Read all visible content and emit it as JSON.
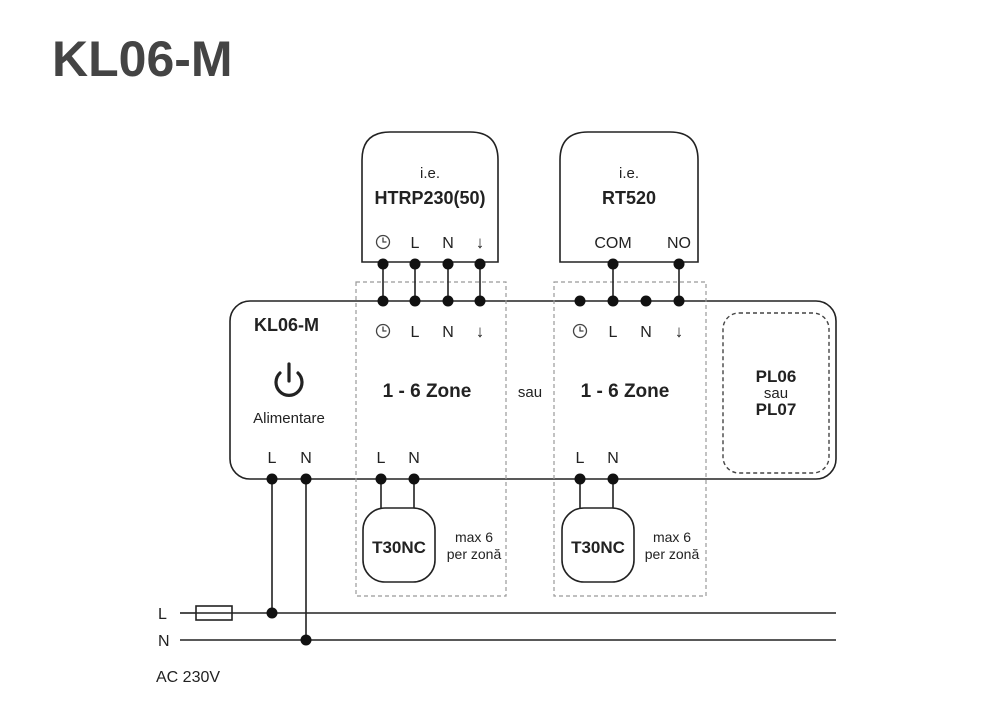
{
  "title": "KL06-M",
  "thermostat_ac": {
    "prefix": "i.e.",
    "model": "HTRP230(50)",
    "terminals": [
      "clock",
      "L",
      "N",
      "↓"
    ]
  },
  "thermostat_dry": {
    "prefix": "i.e.",
    "model": "RT520",
    "terminals": [
      "COM",
      "NO"
    ]
  },
  "module": {
    "label": "KL06-M",
    "power_label": "Alimentare",
    "power_terminals": [
      "L",
      "N"
    ]
  },
  "zone_left": {
    "terminals": [
      "clock",
      "L",
      "N",
      "↓"
    ],
    "label": "1 - 6 Zone",
    "bottom_terminals": [
      "L",
      "N"
    ],
    "actuator": "T30NC",
    "actuator_note_1": "max 6",
    "actuator_note_2": "per zonă"
  },
  "separator": "sau",
  "zone_right": {
    "terminals": [
      "clock",
      "L",
      "N",
      "↓"
    ],
    "label": "1 - 6 Zone",
    "bottom_terminals": [
      "L",
      "N"
    ],
    "actuator": "T30NC",
    "actuator_note_1": "max 6",
    "actuator_note_2": "per zonă"
  },
  "expansion": {
    "line1": "PL06",
    "line2": "sau",
    "line3": "PL07"
  },
  "mains": {
    "line_l": "L",
    "line_n": "N",
    "supply": "AC 230V"
  }
}
